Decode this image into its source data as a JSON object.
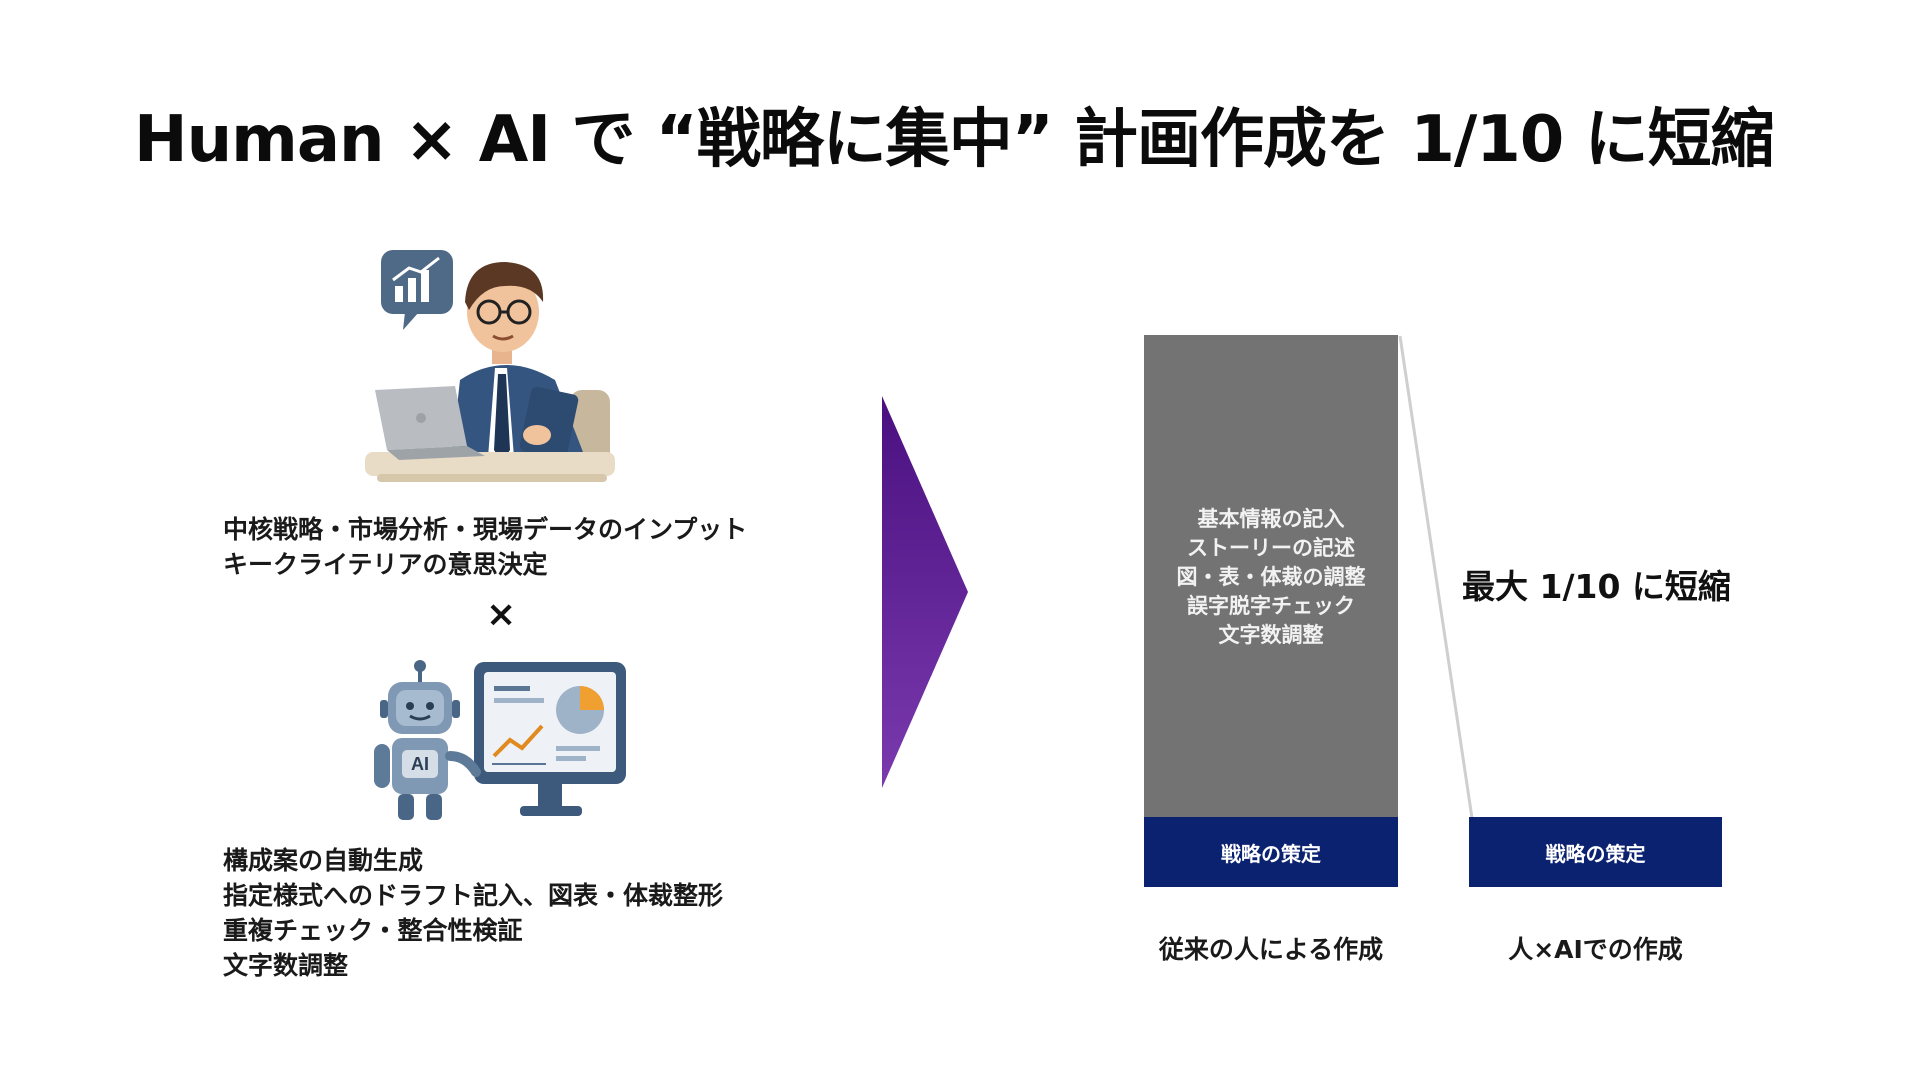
{
  "title": "Human × AI で “戦略に集中” 計画作成を 1/10 に短縮",
  "human_lines": [
    "中核戦略・市場分析・現場データのインプット",
    "キークライテリアの意思決定"
  ],
  "times_symbol": "×",
  "ai_lines": [
    "構成案の自動生成",
    "指定様式へのドラフト記入、図表・体裁整形",
    "重複チェック・整合性検証",
    "文字数調整"
  ],
  "ai_badge": "AI",
  "comparison": {
    "traditional_tasks": [
      "基本情報の記入",
      "ストーリーの記述",
      "図・表・体裁の調整",
      "誤字脱字チェック",
      "文字数調整"
    ],
    "strategy_label": "戦略の策定",
    "reduction_label": "最大 1/10 に短縮",
    "caption_traditional": "従来の人による作成",
    "caption_ai": "人×AIでの作成"
  },
  "colors": {
    "bar_gray": "#737373",
    "strategy_navy": "#0b2270",
    "arrow_purple": "#5b1a8c"
  }
}
